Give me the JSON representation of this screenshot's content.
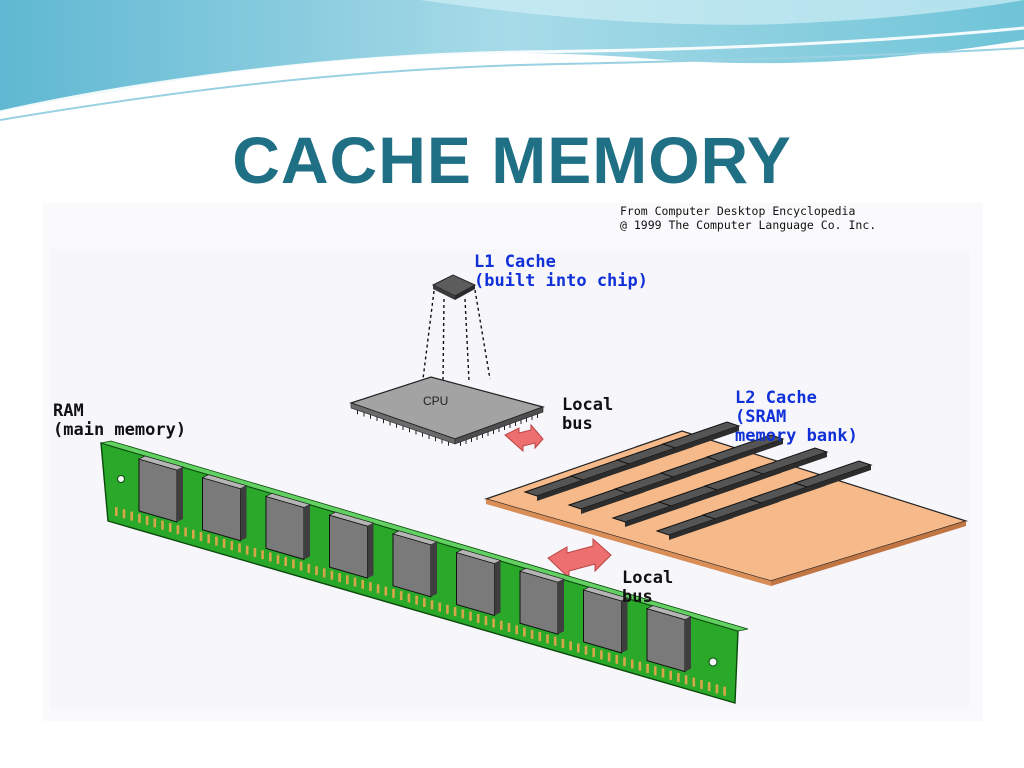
{
  "slide": {
    "title": "CACHE MEMORY"
  },
  "credit": {
    "line1": "From Computer Desktop Encyclopedia",
    "line2": "@ 1999 The Computer Language Co. Inc."
  },
  "labels": {
    "l1_line1": "L1 Cache",
    "l1_line2": "(built into chip)",
    "cpu": "CPU",
    "ram_line1": "RAM",
    "ram_line2": "(main memory)",
    "local_bus_1_line1": "Local",
    "local_bus_1_line2": "bus",
    "l2_line1": "L2 Cache",
    "l2_line2": "(SRAM",
    "l2_line3": "memory bank)",
    "local_bus_2_line1": "Local",
    "local_bus_2_line2": "bus"
  },
  "colors": {
    "title": "#1f6f85",
    "label_blue": "#1030d8",
    "ram_board": "#2aa82a",
    "sram_board": "#f5b98a",
    "chip": "#5a5a5a",
    "cpu": "#9a9a9a",
    "arrow": "#ee6f6f"
  },
  "diagram": {
    "ram_chip_count": 9,
    "sram_chip_rows": 4,
    "sram_chips_per_row": 4
  }
}
